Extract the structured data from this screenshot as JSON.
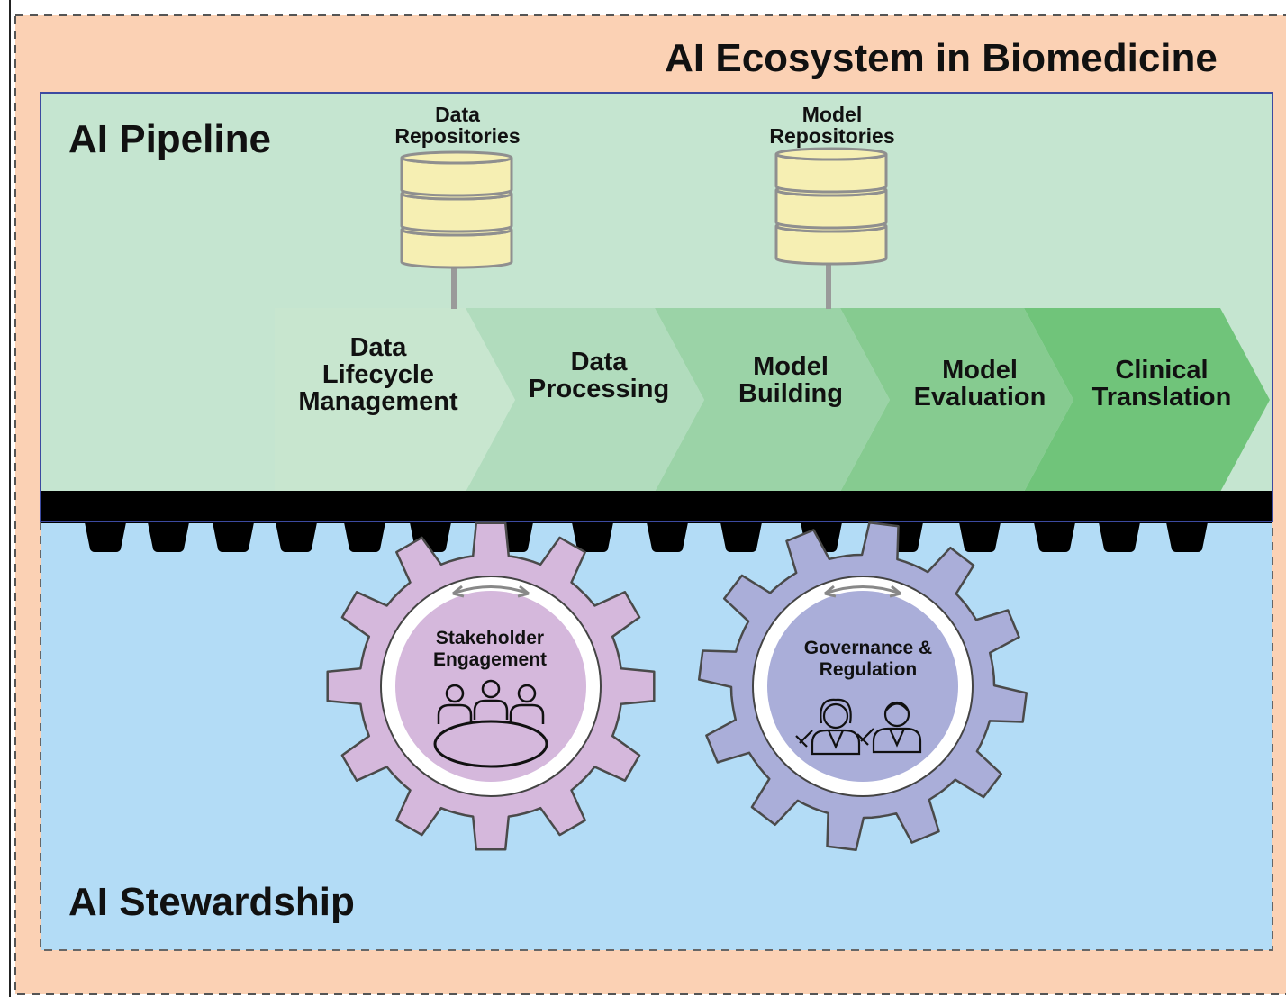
{
  "title": "AI Ecosystem in Biomedicine",
  "pipeline": {
    "title": "AI Pipeline",
    "repositories": [
      {
        "label": "Data Repositories",
        "line1": "Data",
        "line2": "Repositories"
      },
      {
        "label": "Model Repositories",
        "line1": "Model",
        "line2": "Repositories"
      }
    ],
    "steps": [
      {
        "label": "Data Lifecycle Management",
        "lines": [
          "Data",
          "Lifecycle",
          "Management"
        ],
        "color": "#c8e6cf"
      },
      {
        "label": "Data Processing",
        "lines": [
          "Data",
          "Processing"
        ],
        "color": "#b1dcbd"
      },
      {
        "label": "Model Building",
        "lines": [
          "Model",
          "Building"
        ],
        "color": "#9bd3a7"
      },
      {
        "label": "Model Evaluation",
        "lines": [
          "Model",
          "Evaluation"
        ],
        "color": "#86cb90"
      },
      {
        "label": "Clinical Translation",
        "lines": [
          "Clinical",
          "Translation"
        ],
        "color": "#70c47a"
      }
    ]
  },
  "stewardship": {
    "title": "AI Stewardship",
    "gears": [
      {
        "label": "Stakeholder Engagement",
        "line1": "Stakeholder",
        "line2": "Engagement",
        "icon": "meeting-table-icon",
        "color": "#d5b8dc"
      },
      {
        "label": "Governance & Regulation",
        "line1": "Governance &",
        "line2": "Regulation",
        "icon": "judges-icon",
        "color": "#aaaed9"
      }
    ]
  },
  "colors": {
    "outer_background": "#fbd1b4",
    "pipeline_background": "#c5e5d0",
    "stewardship_background": "#b3dcf6",
    "rack": "#000000",
    "database_fill": "#f6efb3"
  }
}
